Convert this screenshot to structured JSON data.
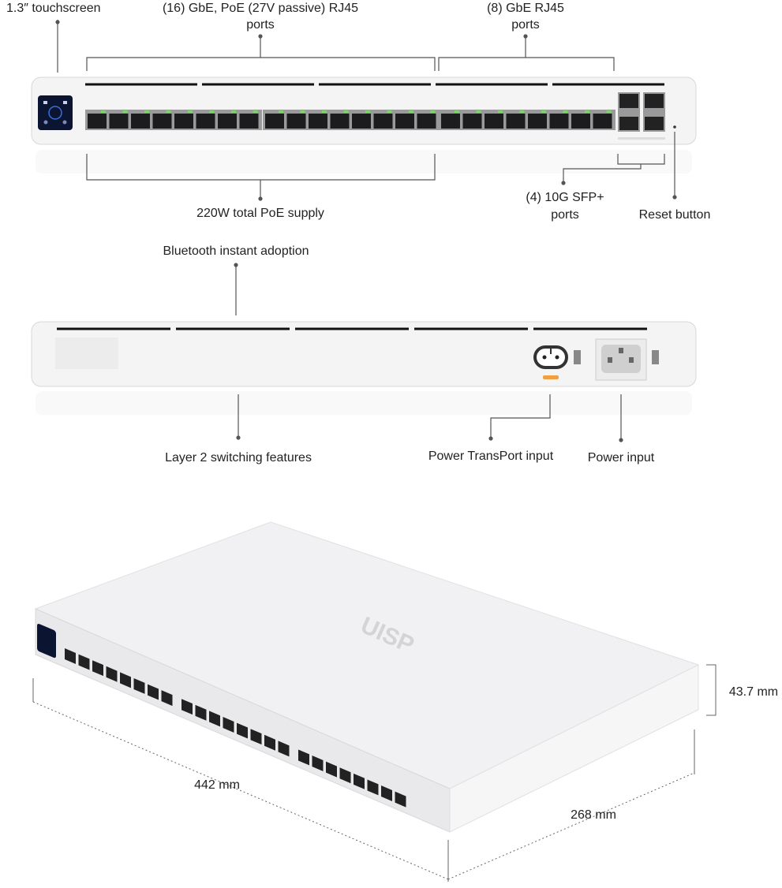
{
  "front_panel": {
    "touchscreen": "1.3″ touchscreen",
    "poe_ports_line1": "(16) GbE, PoE (27V passive) RJ45",
    "poe_ports_line2": "ports",
    "gbe_ports_line1": "(8) GbE RJ45",
    "gbe_ports_line2": "ports",
    "poe_supply": "220W total PoE supply",
    "sfp_line1": "(4) 10G SFP+",
    "sfp_line2": "ports",
    "reset": "Reset button"
  },
  "rear_panel": {
    "bluetooth": "Bluetooth instant adoption",
    "layer2": "Layer 2 switching features",
    "transport": "Power TransPort input",
    "power": "Power input"
  },
  "dimensions": {
    "height": "43.7 mm",
    "width": "442 mm",
    "depth": "268 mm",
    "logo": "UISP"
  },
  "colors": {
    "port_led": "#7fd36b",
    "transport_tag": "#f0a040",
    "screen": "#0b1430"
  }
}
